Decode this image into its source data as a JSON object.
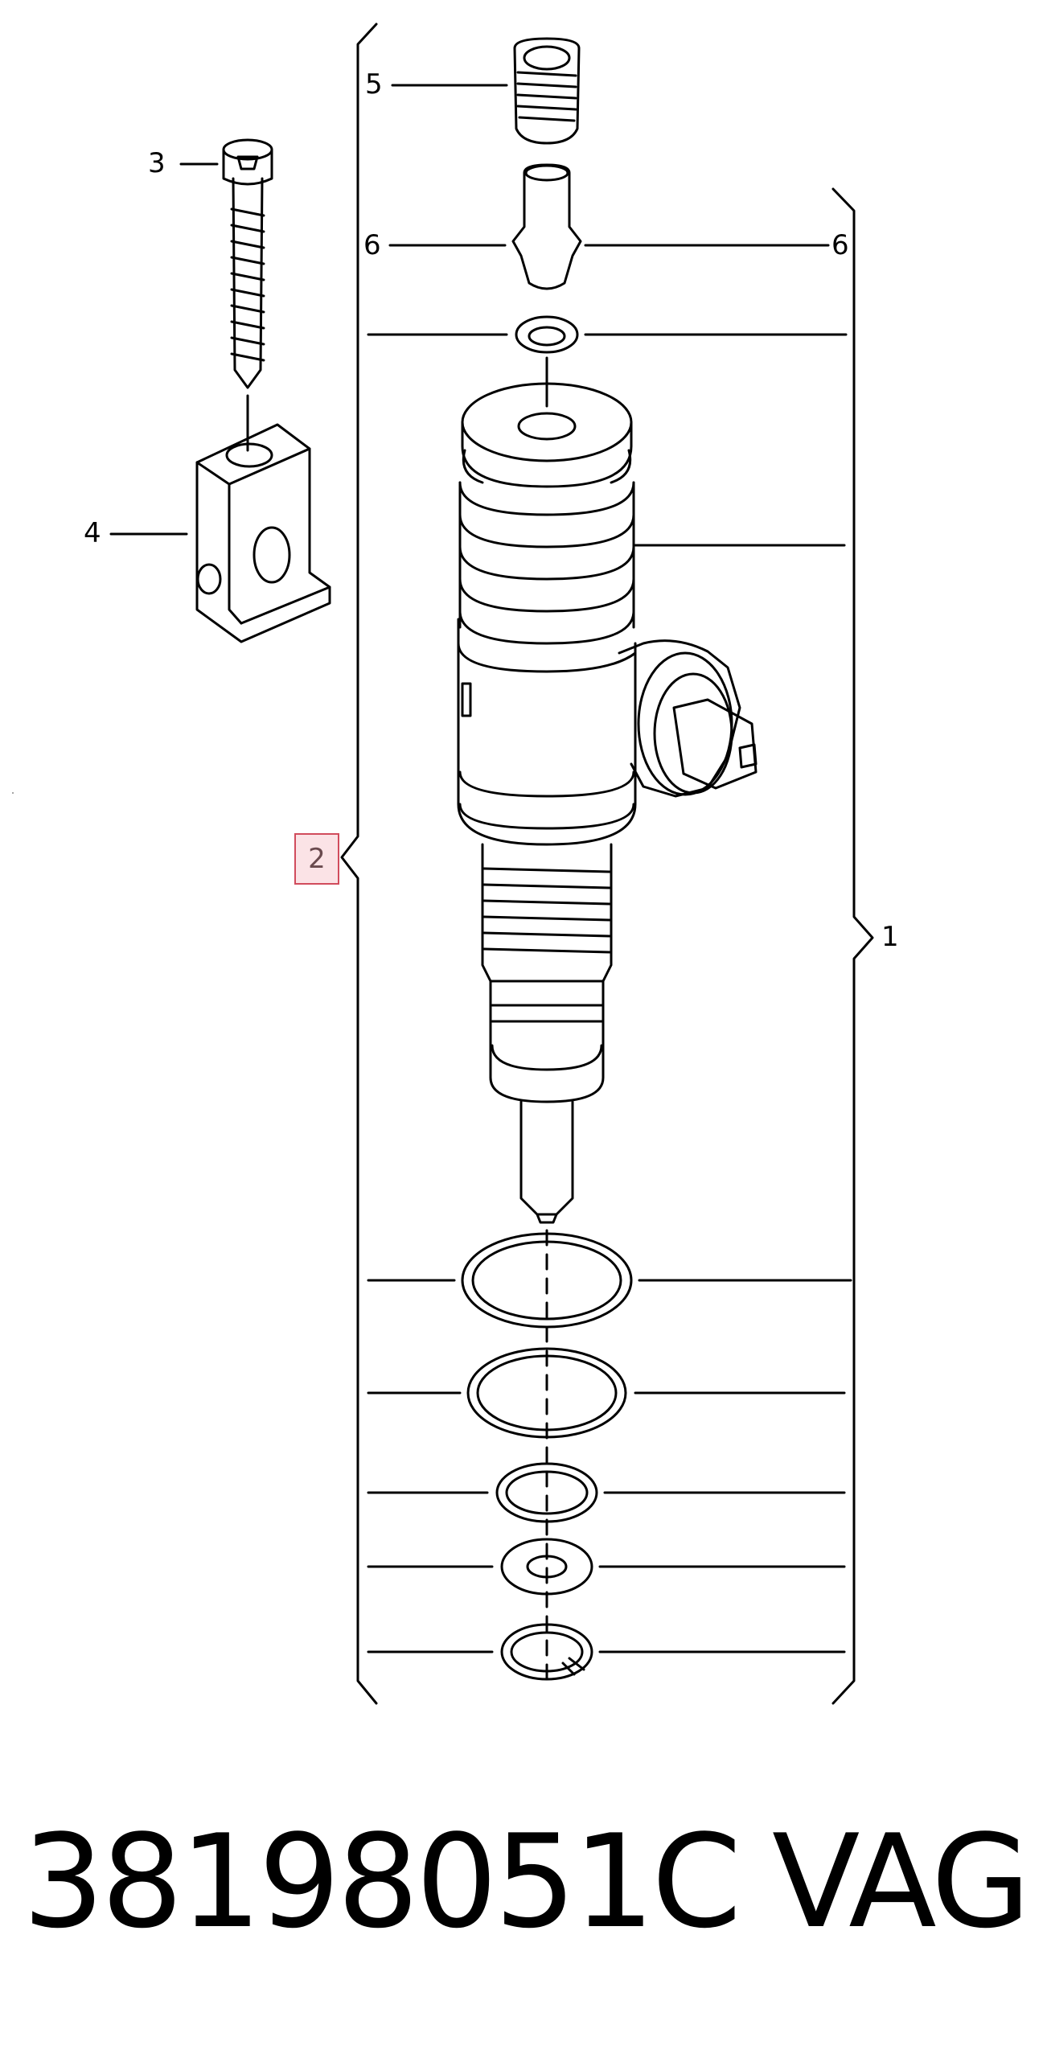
{
  "callouts": {
    "injector_assembly": "1",
    "highlighted": "2",
    "bolt": "3",
    "clamp": "4",
    "bleed_screw": "5",
    "valve_left": "6",
    "valve_right": "6"
  },
  "footer": {
    "part_number": "38198051C",
    "brand": "VAG"
  },
  "colors": {
    "line": "#000000",
    "highlight_fill": "#fbe3e6",
    "highlight_border": "#d14c5c"
  }
}
